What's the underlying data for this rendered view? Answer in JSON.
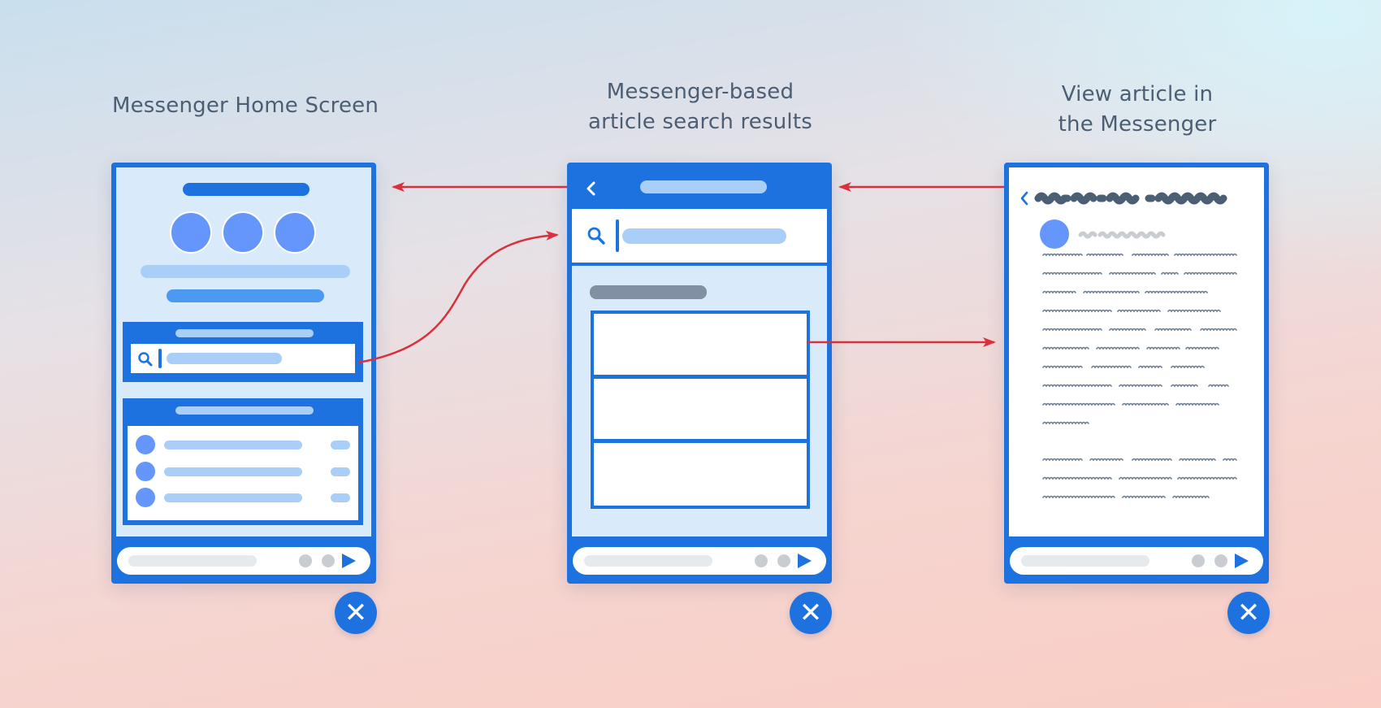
{
  "captions": {
    "home": "Messenger Home Screen",
    "search_line1": "Messenger-based",
    "search_line2": "article search results",
    "article_line1": "View article in",
    "article_line2": "the Messenger"
  },
  "icons": {
    "close": "close-icon",
    "back": "chevron-left-icon",
    "search": "search-icon",
    "send": "send-icon"
  },
  "glyphs": {
    "close": "✕"
  },
  "colors": {
    "primary": "#1d72e0",
    "arrow": "#d9303c",
    "screen_bg": "#d9ebfb",
    "placeholder": "#a9cff8",
    "avatar": "#6496fc",
    "text_gray": "#4c5e73"
  }
}
